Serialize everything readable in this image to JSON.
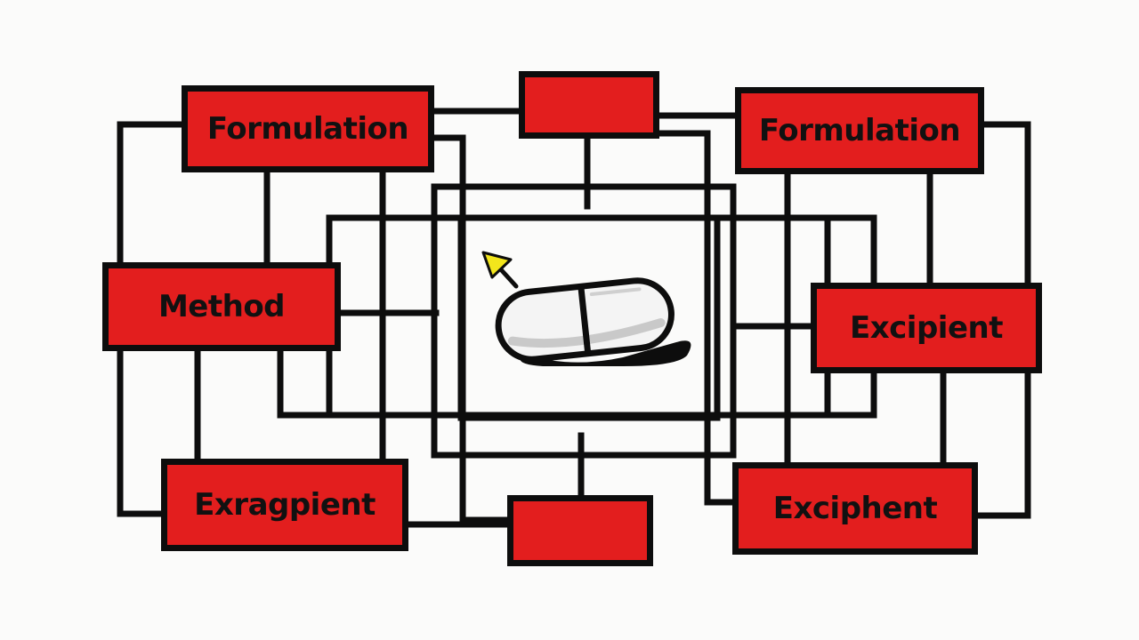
{
  "colors": {
    "box_fill": "#e31e1e",
    "line": "#0d0d0d",
    "background": "#fbfbfa",
    "arrow": "#f3e61c"
  },
  "boxes": {
    "formulation_left": "Formulation",
    "formulation_right": "Formulation",
    "method": "Method",
    "excipient": "Excipient",
    "exragpient": "Exragpient",
    "exciphent": "Exciphent",
    "top_center": "",
    "bottom_center": ""
  },
  "center": {
    "icon": "capsule-pill-icon",
    "pointer": "arrow-cursor-icon"
  }
}
